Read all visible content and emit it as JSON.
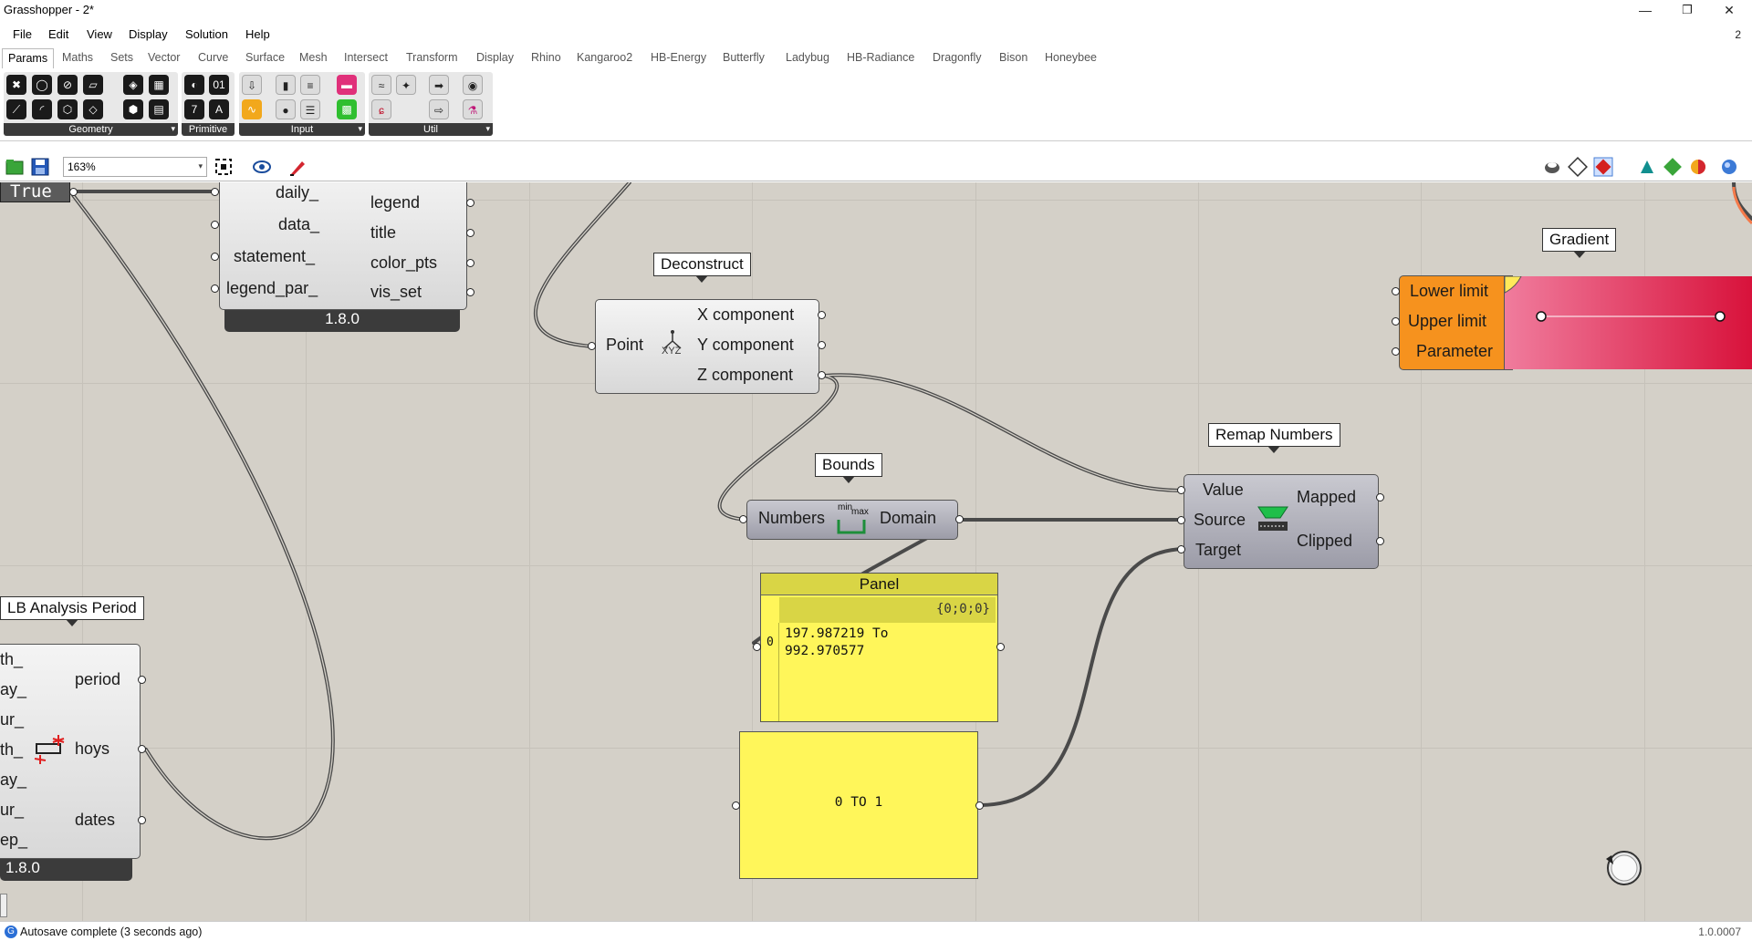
{
  "window": {
    "title": "Grasshopper - 2*",
    "minimize": "—",
    "restore": "❐",
    "close": "✕"
  },
  "menu": {
    "items": [
      "File",
      "Edit",
      "View",
      "Display",
      "Solution",
      "Help"
    ],
    "right_number": "2"
  },
  "tabs": [
    "Params",
    "Maths",
    "Sets",
    "Vector",
    "Curve",
    "Surface",
    "Mesh",
    "Intersect",
    "Transform",
    "Display",
    "Rhino",
    "Kangaroo2",
    "HB-Energy",
    "Butterfly",
    "Ladybug",
    "HB-Radiance",
    "Dragonfly",
    "Bison",
    "Honeybee"
  ],
  "active_tab": "Params",
  "ribbon_groups": [
    {
      "label": "Geometry",
      "expander": "▾"
    },
    {
      "label": "Primitive",
      "expander": ""
    },
    {
      "label": "Input",
      "expander": "▾"
    },
    {
      "label": "Util",
      "expander": "▾"
    }
  ],
  "canvas_toolbar": {
    "zoom": "163%",
    "zoom_arrow": "▾"
  },
  "canvas": {
    "toggle": {
      "value": "True"
    },
    "ladybug_chart": {
      "inputs": [
        "daily_",
        "data_",
        "statement_",
        "legend_par_"
      ],
      "outputs": [
        "legend",
        "title",
        "color_pts",
        "vis_set"
      ],
      "version": "1.8.0"
    },
    "deconstruct": {
      "tag": "Deconstruct",
      "input": "Point",
      "outputs": [
        "X component",
        "Y component",
        "Z component"
      ],
      "icon_text": "XYZ"
    },
    "bounds": {
      "tag": "Bounds",
      "input": "Numbers",
      "output": "Domain",
      "icon_top": "min",
      "icon_right": "max"
    },
    "remap": {
      "tag": "Remap Numbers",
      "inputs": [
        "Value",
        "Source",
        "Target"
      ],
      "outputs": [
        "Mapped",
        "Clipped"
      ]
    },
    "panel1": {
      "header": "Panel",
      "path": "{0;0;0}",
      "index": "0",
      "line1": "197.987219 To",
      "line2": "992.970577"
    },
    "panel2": {
      "text": "0 TO 1"
    },
    "gradient": {
      "tag": "Gradient",
      "inputs": [
        "Lower limit",
        "Upper limit",
        "Parameter"
      ]
    },
    "analysis_period": {
      "tag": "LB Analysis Period",
      "inputs": [
        "th_",
        "ay_",
        "ur_",
        "th_",
        "ay_",
        "ur_",
        "ep_"
      ],
      "outputs": [
        "period",
        "hoys",
        "dates"
      ],
      "version": "1.8.0"
    }
  },
  "status": {
    "message": "Autosave complete (3 seconds ago)",
    "version": "1.0.0007",
    "icon": "G"
  }
}
